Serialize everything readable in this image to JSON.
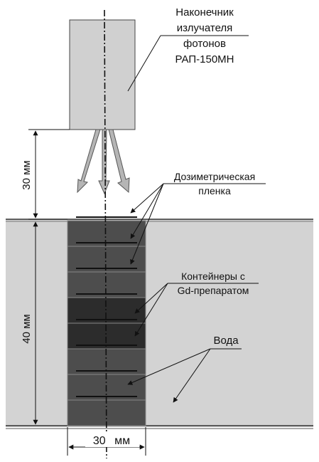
{
  "labels": {
    "emitter": [
      "Наконечник",
      "излучателя",
      "фотонов",
      "РАП-150МН"
    ],
    "film": [
      "Дозиметрическая",
      "пленка"
    ],
    "containers": [
      "Контейнеры с",
      "Gd-препаратом"
    ],
    "water": "Вода"
  },
  "dimensions": {
    "gap": "30 мм",
    "depth": "40 мм",
    "width": "30 мм"
  },
  "colors": {
    "emitter_fill": "#d0d0d0",
    "water_fill": "#d3d3d3",
    "container_fill": "#4d4d4d",
    "gd_container_fill": "#2c2c2c",
    "arrow_fill": "#b5b5b5"
  }
}
